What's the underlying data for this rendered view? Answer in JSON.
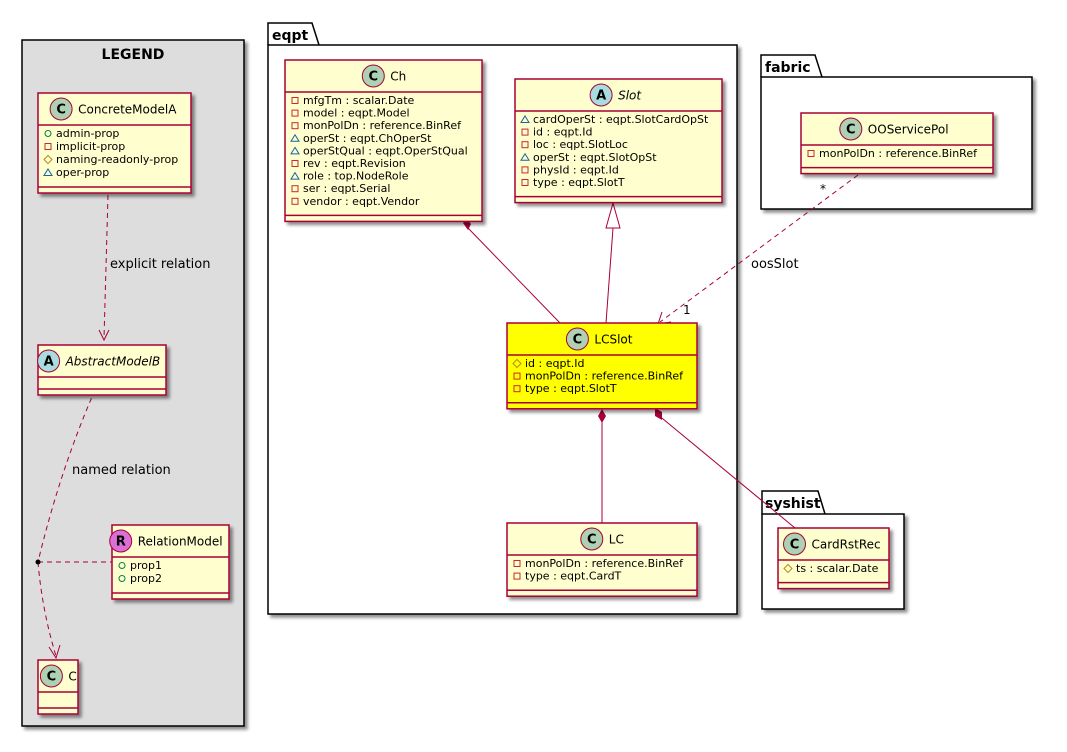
{
  "colors": {
    "class_fill": "#FEFECE",
    "class_border": "#A80036",
    "highlight_fill": "#FFFF00",
    "edge": "#A80036",
    "legend_fill": "#DDDDDD",
    "circle_class": "#ADD1B2",
    "circle_abstract": "#A9DCDF",
    "circle_relation": "#DA70D6"
  },
  "legend": {
    "title": "LEGEND",
    "concrete": {
      "name": "ConcreteModelA",
      "stereo": "C",
      "attrs": [
        {
          "vis": "public",
          "text": "admin-prop"
        },
        {
          "vis": "private",
          "text": "implicit-prop"
        },
        {
          "vis": "protected",
          "text": "naming-readonly-prop"
        },
        {
          "vis": "package",
          "text": "oper-prop"
        }
      ]
    },
    "abstract": {
      "name": "AbstractModelB",
      "stereo": "A"
    },
    "relation_model": {
      "name": "RelationModel",
      "stereo": "R",
      "attrs": [
        {
          "vis": "public",
          "text": "prop1"
        },
        {
          "vis": "public",
          "text": "prop2"
        }
      ]
    },
    "c": {
      "name": "C",
      "stereo": "C"
    },
    "explicit_label": "explicit relation",
    "named_label": "named relation"
  },
  "packages": {
    "eqpt": "eqpt",
    "fabric": "fabric",
    "syshist": "syshist"
  },
  "classes": {
    "ch": {
      "name": "Ch",
      "stereo": "C",
      "attrs": [
        {
          "vis": "private",
          "text": "mfgTm : scalar.Date"
        },
        {
          "vis": "private",
          "text": "model : eqpt.Model"
        },
        {
          "vis": "private",
          "text": "monPolDn : reference.BinRef"
        },
        {
          "vis": "package",
          "text": "operSt : eqpt.ChOperSt"
        },
        {
          "vis": "package",
          "text": "operStQual : eqpt.OperStQual"
        },
        {
          "vis": "private",
          "text": "rev : eqpt.Revision"
        },
        {
          "vis": "package",
          "text": "role : top.NodeRole"
        },
        {
          "vis": "private",
          "text": "ser : eqpt.Serial"
        },
        {
          "vis": "private",
          "text": "vendor : eqpt.Vendor"
        }
      ]
    },
    "slot": {
      "name": "Slot",
      "stereo": "A",
      "attrs": [
        {
          "vis": "package",
          "text": "cardOperSt : eqpt.SlotCardOpSt"
        },
        {
          "vis": "private",
          "text": "id : eqpt.Id"
        },
        {
          "vis": "private",
          "text": "loc : eqpt.SlotLoc"
        },
        {
          "vis": "package",
          "text": "operSt : eqpt.SlotOpSt"
        },
        {
          "vis": "private",
          "text": "physId : eqpt.Id"
        },
        {
          "vis": "private",
          "text": "type : eqpt.SlotT"
        }
      ]
    },
    "lcslot": {
      "name": "LCSlot",
      "stereo": "C",
      "attrs": [
        {
          "vis": "protected",
          "text": "id : eqpt.Id"
        },
        {
          "vis": "private",
          "text": "monPolDn : reference.BinRef"
        },
        {
          "vis": "private",
          "text": "type : eqpt.SlotT"
        }
      ]
    },
    "lc": {
      "name": "LC",
      "stereo": "C",
      "attrs": [
        {
          "vis": "private",
          "text": "monPolDn : reference.BinRef"
        },
        {
          "vis": "private",
          "text": "type : eqpt.CardT"
        }
      ]
    },
    "ooservicepol": {
      "name": "OOServicePol",
      "stereo": "C",
      "attrs": [
        {
          "vis": "private",
          "text": "monPolDn : reference.BinRef"
        }
      ]
    },
    "cardrstrec": {
      "name": "CardRstRec",
      "stereo": "C",
      "attrs": [
        {
          "vis": "protected",
          "text": "ts : scalar.Date"
        }
      ]
    }
  },
  "edges": {
    "oos_label": "oosSlot",
    "oos_mult_src": "*",
    "oos_mult_dst": "1"
  }
}
